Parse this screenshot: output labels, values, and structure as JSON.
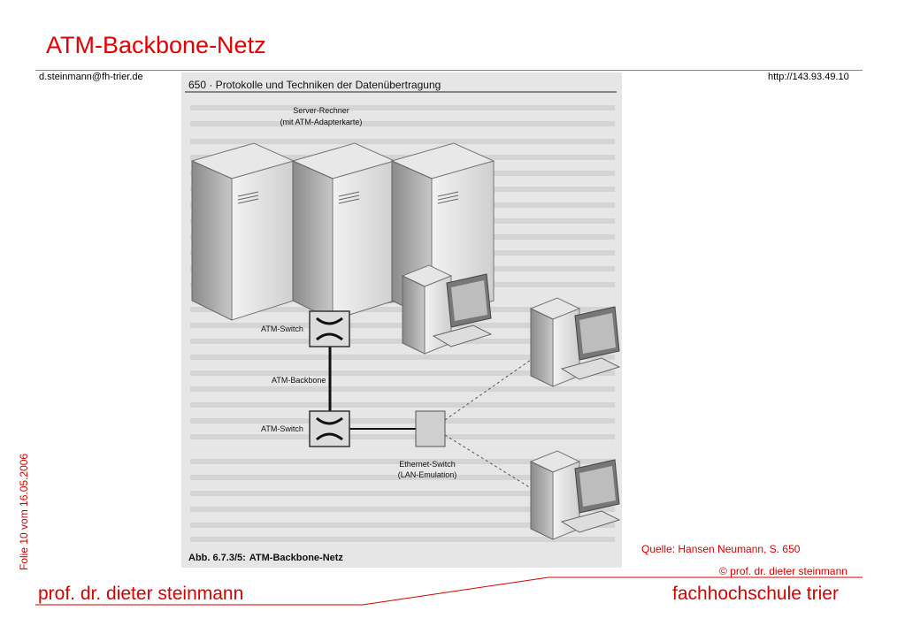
{
  "slide": {
    "title": "ATM-Backbone-Netz",
    "email": "d.steinmann@fh-trier.de",
    "url": "http://143.93.49.10",
    "folie": "Folie 10 vom 16.05.2006",
    "source": "Quelle: Hansen Neumann, S. 650",
    "copyright": "© prof. dr. dieter steinmann",
    "author": "prof. dr. dieter steinmann",
    "school": "fachhochschule trier"
  },
  "figure": {
    "page_header": "650 · Protokolle und Techniken der Datenübertragung",
    "server_label_1": "Server-Rechner",
    "server_label_2": "(mit ATM-Adapterkarte)",
    "switch_label_top": "ATM-Switch",
    "backbone_label": "ATM-Backbone",
    "switch_label_bottom": "ATM-Switch",
    "ethernet_label_1": "Ethernet-Switch",
    "ethernet_label_2": "(LAN-Emulation)",
    "caption_prefix": "Abb. 6.7.3/5:",
    "caption_text": "ATM-Backbone-Netz"
  },
  "colors": {
    "accent": "#d40000"
  }
}
